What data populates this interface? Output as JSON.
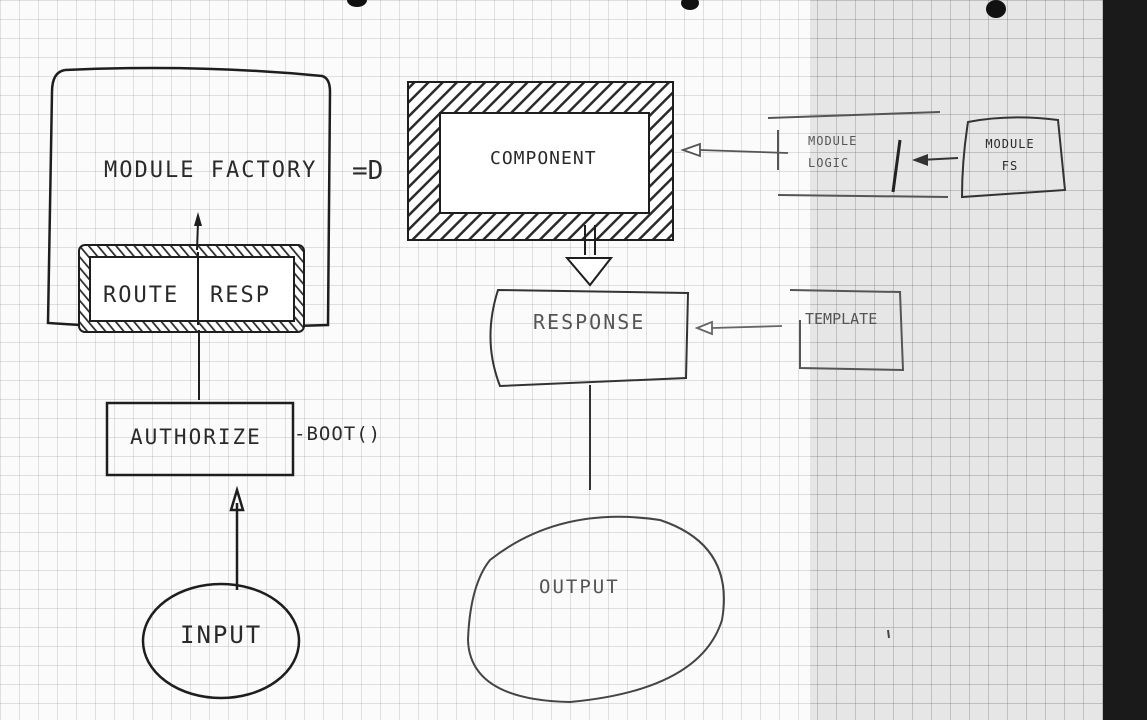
{
  "labels": {
    "module_factory": "MODULE FACTORY",
    "arrow_d": "=D",
    "route": "ROUTE",
    "resp": "RESP",
    "authorize": "AUTHORIZE",
    "boot": "-BOOT()",
    "input": "INPUT",
    "component": "COMPONENT",
    "response": "RESPONSE",
    "output": "OUTPUT",
    "module_logic": "MODULE LOGIC",
    "module_fs": "MODULE FS",
    "template": "TEMPLATE"
  }
}
